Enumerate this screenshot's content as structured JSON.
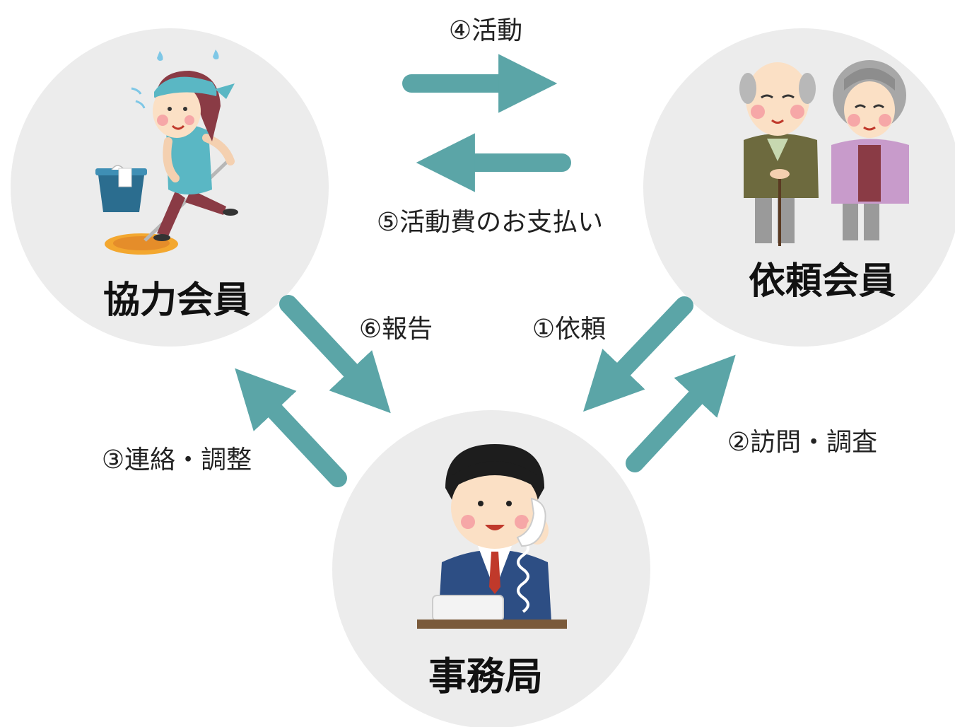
{
  "nodes": {
    "helper": {
      "label": "協力会員",
      "illustration": "woman-mopping-floor-illustration"
    },
    "requester": {
      "label": "依頼会員",
      "illustration": "elderly-couple-illustration"
    },
    "office": {
      "label": "事務局",
      "illustration": "office-worker-on-phone-illustration"
    }
  },
  "steps": {
    "request": "①依頼",
    "visit": "②訪問・調査",
    "contact": "③連絡・調整",
    "activity": "④活動",
    "payment": "⑤活動費のお支払い",
    "report": "⑥報告"
  },
  "colors": {
    "arrow": "#5ba5a7",
    "circle": "#ececec"
  }
}
